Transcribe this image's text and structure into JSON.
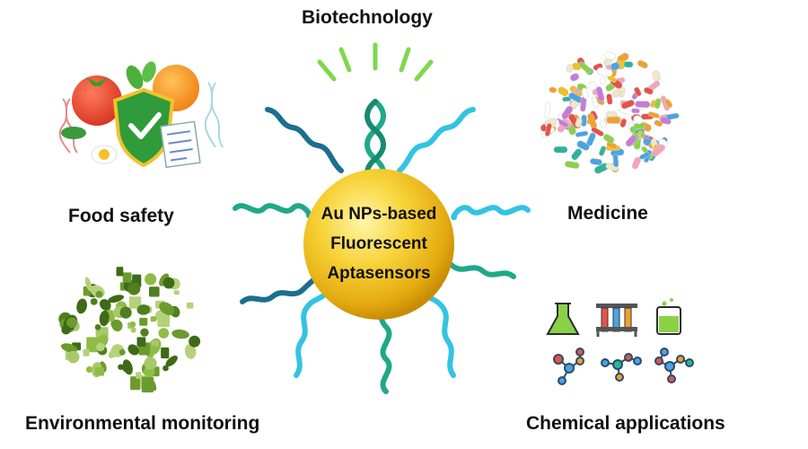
{
  "center": {
    "line1": "Au NPs-based",
    "line2": "Fluorescent",
    "line3": "Aptasensors",
    "gold_color": "#f2c21a"
  },
  "applications": {
    "biotechnology": "Biotechnology",
    "food_safety": "Food safety",
    "medicine": "Medicine",
    "environmental": "Environmental monitoring",
    "chemical": "Chemical applications"
  },
  "colors": {
    "aptamer_teal": "#1fa88a",
    "aptamer_cyan": "#33c3e3",
    "aptamer_dark": "#1b6f8e",
    "burst_green": "#7fd84a",
    "environment_green": "#6b9a2e"
  }
}
